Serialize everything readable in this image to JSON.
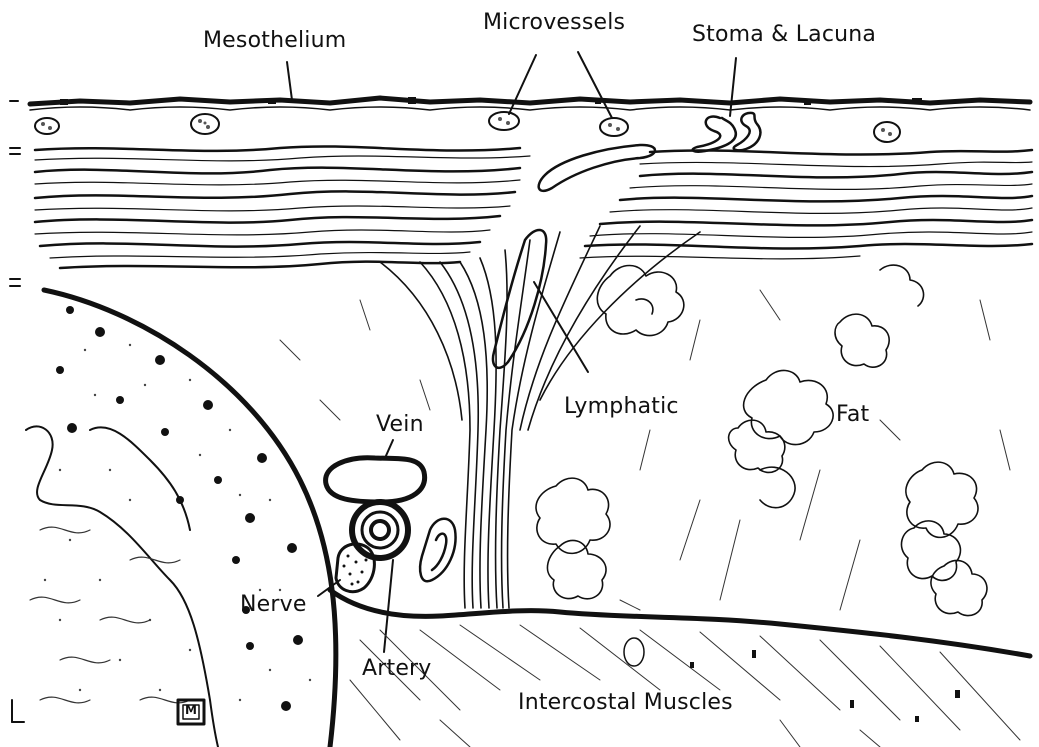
{
  "labels": {
    "mesothelium": "Mesothelium",
    "microvessels": "Microvessels",
    "stoma_lacuna": "Stoma & Lacuna",
    "vein": "Vein",
    "lymphatic": "Lymphatic",
    "fat": "Fat",
    "nerve": "Nerve",
    "artery": "Artery",
    "intercostal_muscles": "Intercostal Muscles"
  },
  "monogram": "M",
  "colors": {
    "ink": "#111111",
    "paper": "#ffffff"
  }
}
